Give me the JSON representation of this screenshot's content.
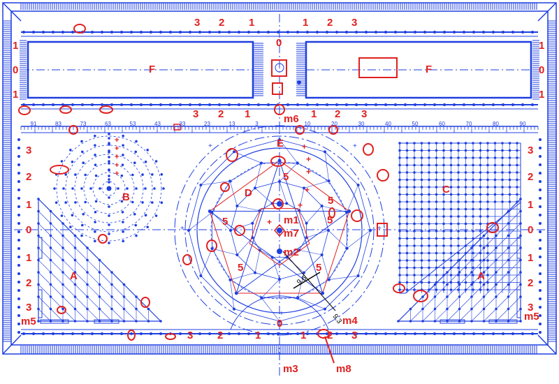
{
  "colors": {
    "blue": "#1f3fe0",
    "red": "#e02020",
    "background": "#ffffff"
  },
  "labels": {
    "top_row": [
      "3",
      "2",
      "1",
      "0",
      "1",
      "2",
      "3"
    ],
    "side_left": [
      "1",
      "0",
      "1"
    ],
    "side_right": [
      "1",
      "0",
      "1"
    ],
    "field_left": "F",
    "field_right": "F",
    "lower_row": [
      "3",
      "2",
      "1",
      "1",
      "2",
      "3"
    ],
    "left_column": [
      "3",
      "2",
      "1",
      "0",
      "1",
      "2",
      "3"
    ],
    "right_column": [
      "3",
      "2",
      "1",
      "0",
      "1",
      "2",
      "3"
    ],
    "bottom_row": [
      "3",
      "2",
      "1",
      "0",
      "1",
      "2",
      "3"
    ],
    "region_b": "B",
    "region_c": "C",
    "region_d": "D",
    "region_e": "E",
    "region_a_left": "A",
    "region_a_right": "A",
    "fives": [
      "5",
      "5",
      "5",
      "5",
      "5",
      "5"
    ],
    "m1": "m1",
    "m2": "m2",
    "m3": "m3",
    "m4": "m4",
    "m5_left": "m5",
    "m5_right": "m5",
    "m6": "m6",
    "m7": "m7",
    "m8": "m8",
    "dim1": "9.6",
    "dim2": "9.3"
  },
  "scale_ticks_left": [
    "91",
    "83",
    "73",
    "63",
    "53",
    "43",
    "33",
    "23",
    "13",
    "3"
  ],
  "scale_ticks_right": [
    "10",
    "20",
    "30",
    "40",
    "50",
    "60",
    "70",
    "80",
    "90"
  ]
}
